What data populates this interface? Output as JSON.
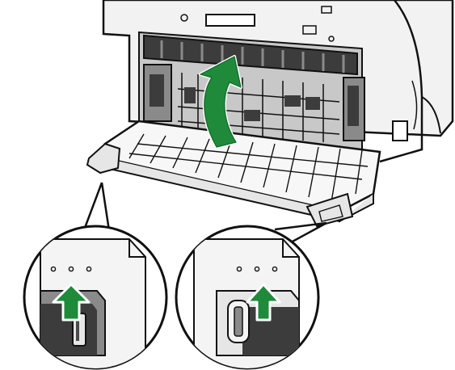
{
  "illustration": {
    "subject": "printer-rear-cover",
    "callouts": [
      {
        "id": "left",
        "action": "push-lever-up"
      },
      {
        "id": "right",
        "action": "push-lever-up"
      }
    ]
  },
  "colors": {
    "line": "#111111",
    "printer_body": "#f2f2f2",
    "panel_dark": "#3c3c3c",
    "panel_mid": "#8a8a8a",
    "panel_light": "#c8c8c8",
    "arrow_green": "#1f8a3a",
    "arrow_green_dark": "#0f6a28",
    "lever_dark": "#4a4a4a",
    "lever_light": "#e6e6e6"
  }
}
